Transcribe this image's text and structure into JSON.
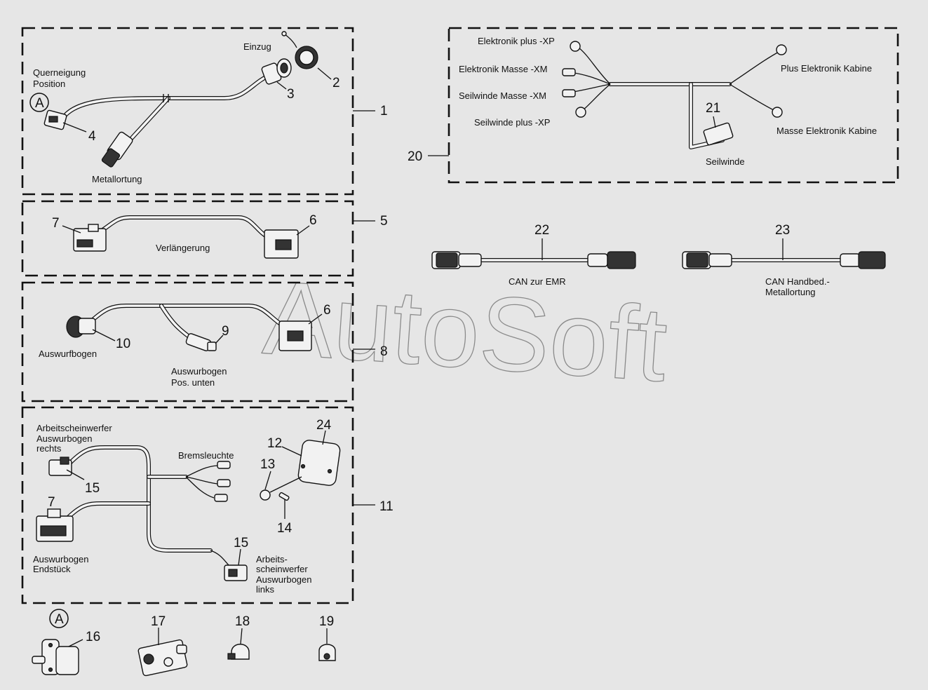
{
  "watermark": "AutoSoft",
  "callouts": {
    "n1": "1",
    "n2": "2",
    "n3": "3",
    "n4": "4",
    "n5": "5",
    "n6a": "6",
    "n6b": "6",
    "n7a": "7",
    "n7b": "7",
    "n8": "8",
    "n9": "9",
    "n10": "10",
    "n11": "11",
    "n12": "12",
    "n13": "13",
    "n14": "14",
    "n15a": "15",
    "n15b": "15",
    "n16": "16",
    "n17": "17",
    "n18": "18",
    "n19": "19",
    "n20": "20",
    "n21": "21",
    "n22": "22",
    "n23": "23",
    "n24": "24",
    "circleA1": "A",
    "circleA2": "A"
  },
  "labels": {
    "einzug": "Einzug",
    "querneigung_1": "Querneigung",
    "querneigung_2": "Position",
    "metallortung": "Metallortung",
    "verlaengerung": "Verlängerung",
    "auswurfbogen": "Auswurfbogen",
    "auswurfbogen_pos_1": "Auswurbogen",
    "auswurfbogen_pos_2": "Pos. unten",
    "arbeits_rechts_1": "Arbeitscheinwerfer",
    "arbeits_rechts_2": "Auswurbogen",
    "arbeits_rechts_3": "rechts",
    "bremsleuchte": "Bremsleuchte",
    "endstueck_1": "Auswurbogen",
    "endstueck_2": "Endstück",
    "arbeits_links_1": "Arbeits-",
    "arbeits_links_2": "scheinwerfer",
    "arbeits_links_3": "Auswurbogen",
    "arbeits_links_4": "links",
    "elek_plus_xp": "Elektronik plus -XP",
    "elek_masse_xm": "Elektronik Masse -XM",
    "seil_masse_xm": "Seilwinde Masse -XM",
    "seil_plus_xp": "Seilwinde plus -XP",
    "plus_elek_kabine": "Plus Elektronik Kabine",
    "masse_elek_kabine": "Masse Elektronik Kabine",
    "seilwinde": "Seilwinde",
    "can_emr": "CAN zur EMR",
    "can_hand_1": "CAN Handbed.-",
    "can_hand_2": "Metallortung"
  }
}
